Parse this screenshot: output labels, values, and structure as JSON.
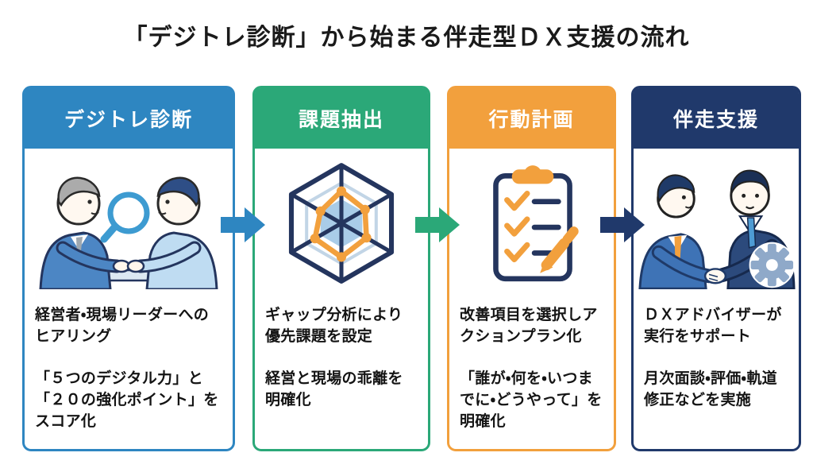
{
  "title": "「デジトレ診断」から始まる伴走型ＤＸ支援の流れ",
  "palette": {
    "step1_blue": "#2E86C1",
    "step2_green": "#2BA878",
    "step3_orange": "#F2A03D",
    "step4_navy": "#20396B",
    "title_text": "#1A1A1A",
    "body_text": "#141414",
    "magnifier_blue": "#3D9BD1",
    "radar_grid_navy": "#24355E",
    "radar_series_orange": "#F2A03D",
    "gear_blue_gray": "#8FA9C9"
  },
  "steps": [
    {
      "label": "デジトレ診断",
      "icon": "interview-magnifier",
      "paragraphs": [
        "経営者・現場リーダーへのヒアリング",
        "「５つのデジタル力」と「２０の強化ポイント」をスコア化"
      ]
    },
    {
      "label": "課題抽出",
      "icon": "radar-chart",
      "paragraphs": [
        "ギャップ分析により優先課題を設定",
        "経営と現場の乖離を明確化"
      ]
    },
    {
      "label": "行動計画",
      "icon": "checklist-pen",
      "paragraphs": [
        "改善項目を選択しアクションプラン化",
        "「誰が・何を・いつまでに・どうやって」を明確化"
      ]
    },
    {
      "label": "伴走支援",
      "icon": "handshake-gear",
      "paragraphs": [
        "ＤＸアドバイザーが実行をサポート",
        "月次面談・評価・軌道修正などを実施"
      ]
    }
  ],
  "arrows": [
    {
      "name": "arrow-step1-to-step2",
      "color": "#2E86C1"
    },
    {
      "name": "arrow-step2-to-step3",
      "color": "#2BA878"
    },
    {
      "name": "arrow-step3-to-step4",
      "color": "#20396B"
    }
  ]
}
